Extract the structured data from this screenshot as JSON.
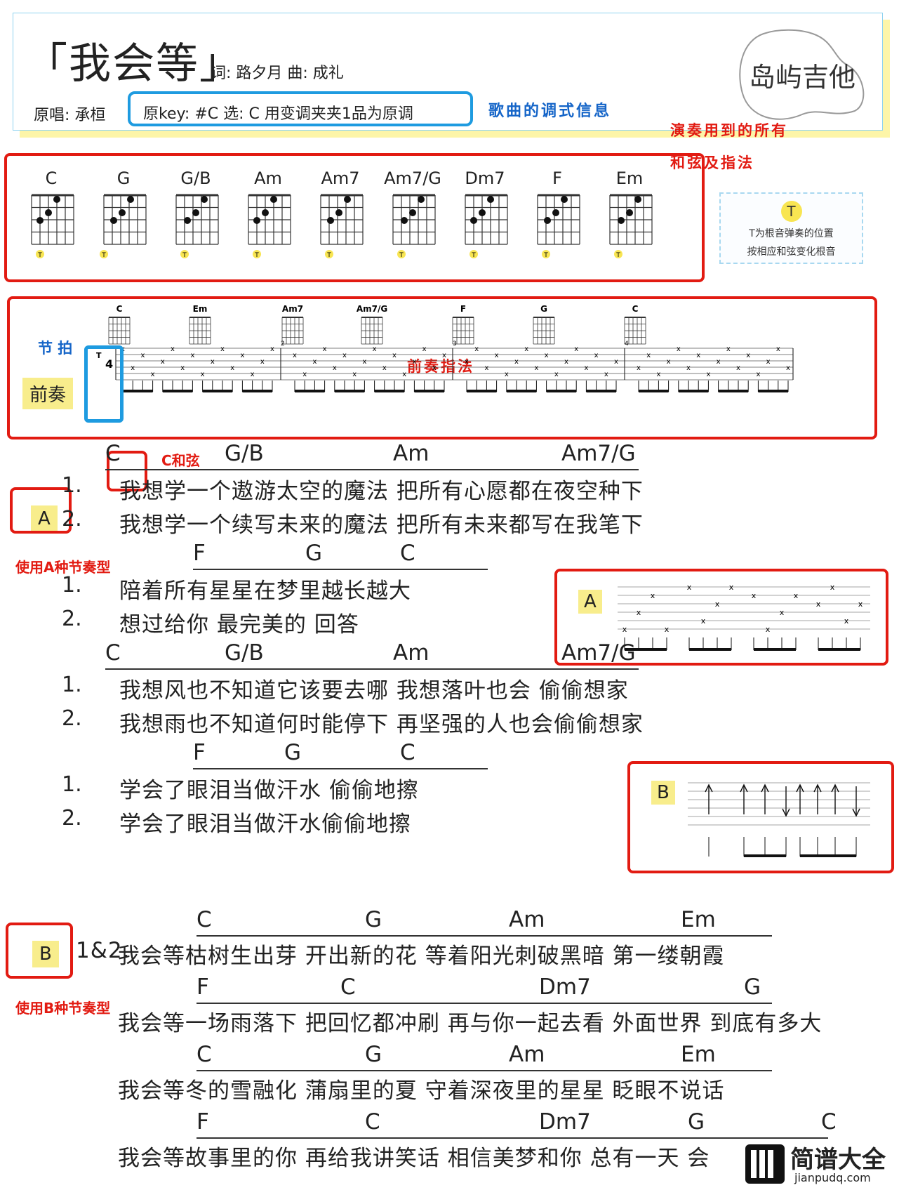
{
  "header": {
    "title": "「我会等」",
    "credits": "词: 路夕月  曲: 成礼",
    "singer": "原唱: 承桓",
    "key_info": "原key: #C  选: C  用变调夹夹1品为原调",
    "key_note": "歌曲的调式信息",
    "logo_text": "岛屿吉他"
  },
  "annotations": {
    "chords_note_line1": "演奏用到的所有",
    "chords_note_line2": "和弦及指法",
    "legend_symbol": "T",
    "legend_line1": "T为根音弹奏的位置",
    "legend_line2": "按相应和弦变化根音",
    "beat": "节 拍",
    "intro_fingering": "前奏指法",
    "c_chord": "C和弦",
    "use_a": "使用A种节奏型",
    "use_b": "使用B种节奏型"
  },
  "chord_chart": [
    "C",
    "G",
    "G/B",
    "Am",
    "Am7",
    "Am7/G",
    "Dm7",
    "F",
    "Em"
  ],
  "intro": {
    "label": "前奏",
    "chords": [
      "C",
      "Em",
      "Am7",
      "Am7/G",
      "F",
      "G",
      "C"
    ],
    "measure_numbers": [
      "2",
      "3",
      "4"
    ]
  },
  "rhythm": {
    "a_label": "A",
    "b_label": "B"
  },
  "section_a": {
    "label": "A",
    "lines": [
      {
        "chords": [
          "C",
          "G/B",
          "Am",
          "Am7/G"
        ],
        "n1": "1.",
        "l1": "我想学一个遨游太空的魔法   把所有心愿都在夜空种下",
        "n2": "2.",
        "l2": "我想学一个续写未来的魔法   把所有未来都写在我笔下"
      },
      {
        "chords": [
          "F",
          "G",
          "C"
        ],
        "n1": "1.",
        "l1": "陪着所有星星在梦里越长越大",
        "n2": "2.",
        "l2": "想过给你   最完美的      回答"
      },
      {
        "chords": [
          "C",
          "G/B",
          "Am",
          "Am7/G"
        ],
        "n1": "1.",
        "l1": "我想风也不知道它该要去哪   我想落叶也会      偷偷想家",
        "n2": "2.",
        "l2": "我想雨也不知道何时能停下   再坚强的人也会偷偷想家"
      },
      {
        "chords": [
          "F",
          "G",
          "C"
        ],
        "n1": "1.",
        "l1": "学会了眼泪当做汗水  偷偷地擦",
        "n2": "2.",
        "l2": " 学会了眼泪当做汗水偷偷地擦"
      }
    ]
  },
  "section_b": {
    "label": "B",
    "prefix": "1&2.",
    "lines": [
      {
        "chords": [
          "C",
          "G",
          "Am",
          "Em"
        ],
        "text": "我会等枯树生出芽  开出新的花  等着阳光刺破黑暗  第一缕朝霞"
      },
      {
        "chords": [
          "F",
          "C",
          "Dm7",
          "G"
        ],
        "text": "我会等一场雨落下  把回忆都冲刷  再与你一起去看  外面世界  到底有多大"
      },
      {
        "chords": [
          "C",
          "G",
          "Am",
          "Em"
        ],
        "text": "我会等冬的雪融化  蒲扇里的夏  守着深夜里的星星  眨眼不说话"
      },
      {
        "chords": [
          "F",
          "C",
          "Dm7",
          "G",
          "C"
        ],
        "text": "我会等故事里的你  再给我讲笑话  相信美梦和你  总有一天  会"
      }
    ]
  },
  "watermark": {
    "name": "简谱大全",
    "url": "jianpudq.com"
  }
}
